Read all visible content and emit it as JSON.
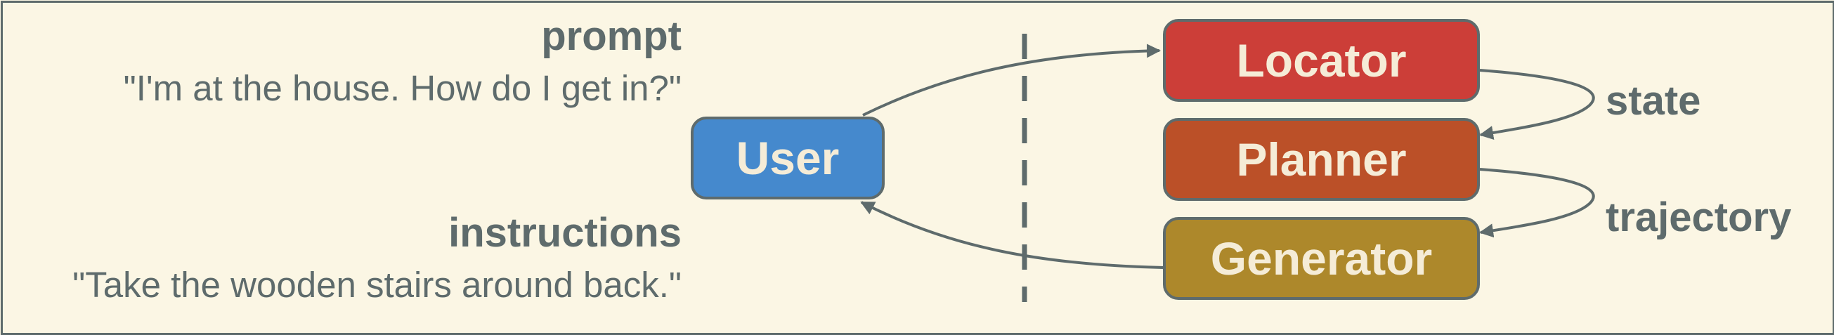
{
  "left_panel": {
    "prompt_label": "prompt",
    "prompt_text": "\"I'm at the house. How do I get in?\"",
    "instructions_label": "instructions",
    "instructions_text": "\"Take the wooden stairs around back.\""
  },
  "nodes": {
    "user": {
      "label": "User",
      "color": "#4589cd"
    },
    "locator": {
      "label": "Locator",
      "color": "#cc3e38"
    },
    "planner": {
      "label": "Planner",
      "color": "#bb5028"
    },
    "generator": {
      "label": "Generator",
      "color": "#ad882b"
    }
  },
  "edge_labels": {
    "state": "state",
    "trajectory": "trajectory"
  },
  "colors": {
    "background": "#fbf6e4",
    "ink": "#5e6b6c"
  }
}
